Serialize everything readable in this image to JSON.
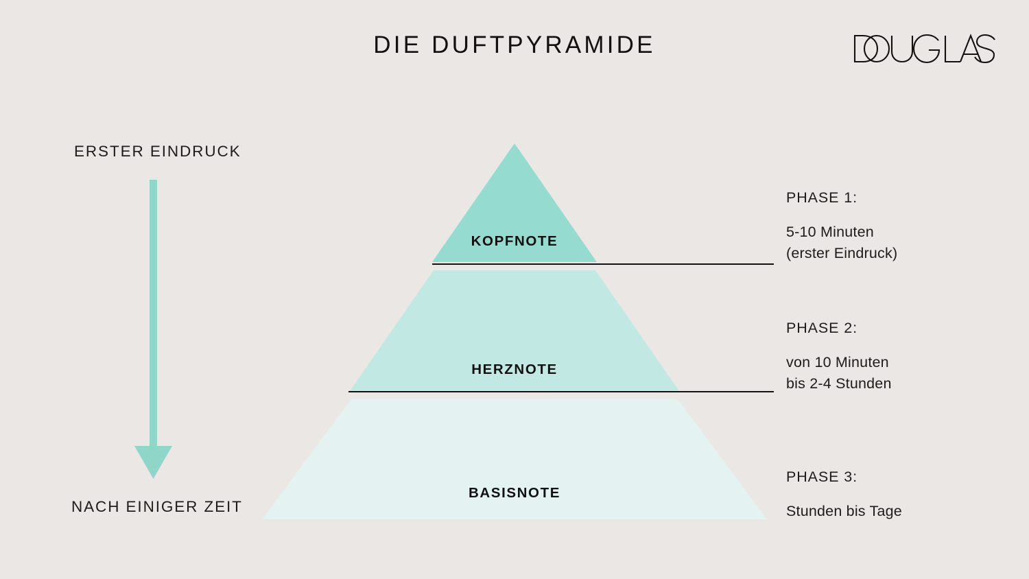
{
  "header": {
    "title": "DIE DUFTPYRAMIDE",
    "brand": "DOUGLAS"
  },
  "timeline": {
    "top_label": "ERSTER EINDRUCK",
    "bottom_label": "NACH EINIGER ZEIT",
    "arrow_icon": "arrow-down-icon",
    "arrow_color": "#8fd6c9"
  },
  "pyramid": {
    "bands": [
      {
        "label": "KOPFNOTE",
        "color": "#96dbd0"
      },
      {
        "label": "HERZNOTE",
        "color": "#c2e8e3"
      },
      {
        "label": "BASISNOTE",
        "color": "#e4f3f1"
      }
    ]
  },
  "phases": [
    {
      "title": "PHASE 1:",
      "line1": "5-10 Minuten",
      "line2": "(erster Eindruck)"
    },
    {
      "title": "PHASE 2:",
      "line1": "von 10 Minuten",
      "line2": "bis 2-4 Stunden"
    },
    {
      "title": "PHASE 3:",
      "line1": "Stunden bis Tage",
      "line2": ""
    }
  ],
  "colors": {
    "background": "#eae7e5",
    "text": "#1a1a1a",
    "rule": "#111111"
  }
}
